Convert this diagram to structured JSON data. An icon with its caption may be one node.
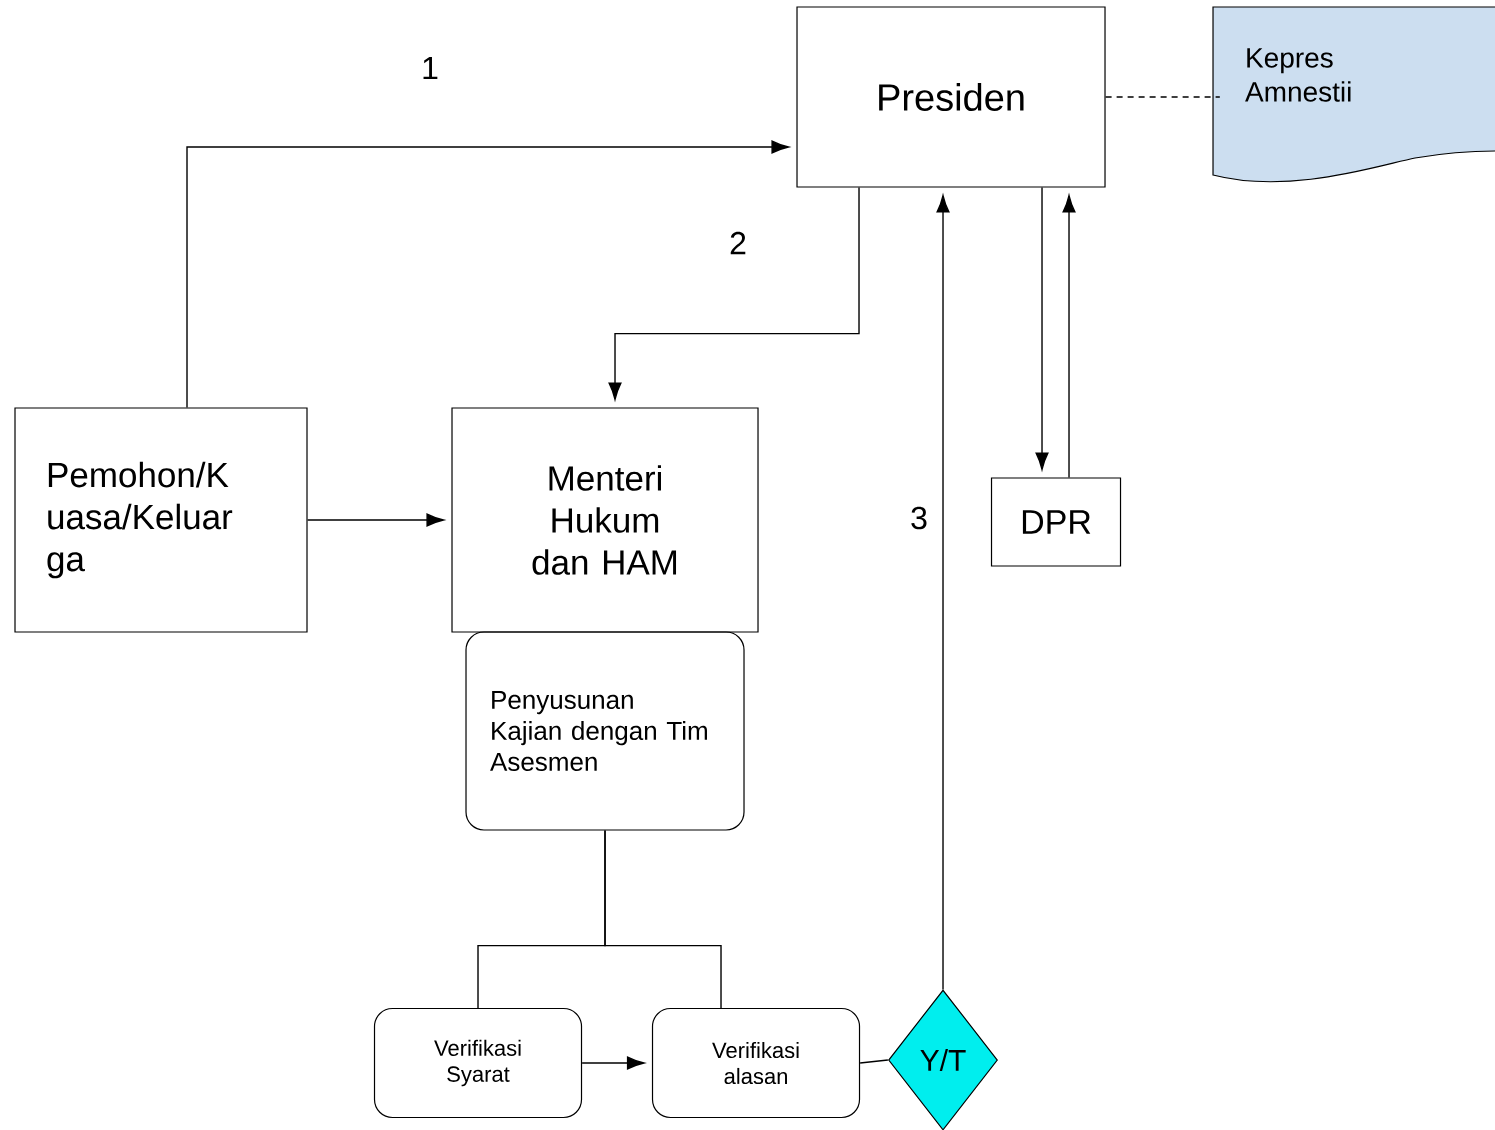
{
  "diagram": {
    "nodes": [
      {
        "text": [
          "Presiden"
        ]
      },
      {
        "text": [
          "Kepres Amnestii"
        ]
      },
      {
        "text": [
          "Pemohon/K uasa/Keluar ga"
        ]
      },
      {
        "text": [
          "Menteri Hukum dan HAM"
        ]
      },
      {
        "text": [
          "Penyusunan Kajian dengan Tim Asesmen"
        ]
      },
      {
        "text": [
          "DPR"
        ]
      },
      {
        "text": [
          "Verifikasi Syarat"
        ]
      },
      {
        "text": [
          "Verifikasi alasan"
        ]
      },
      {
        "text": [
          "Y/T"
        ]
      }
    ],
    "edges": [
      {
        "from": 2,
        "to": 0,
        "arrow": "to",
        "label": "1"
      },
      {
        "from": 0,
        "to": 3,
        "arrow": "to",
        "label": "2"
      },
      {
        "from": 2,
        "to": 3,
        "arrow": "to"
      },
      {
        "from": 0,
        "to": 1,
        "arrow": "none",
        "style": "dashed"
      },
      {
        "from": 0,
        "to": 5,
        "arrow": "to"
      },
      {
        "from": 5,
        "to": 0,
        "arrow": "to"
      },
      {
        "from": 8,
        "to": 0,
        "arrow": "to",
        "label": "3"
      },
      {
        "from": 4,
        "to": 6,
        "arrow": "none"
      },
      {
        "from": 4,
        "to": 7,
        "arrow": "none"
      },
      {
        "from": 6,
        "to": 7,
        "arrow": "to"
      },
      {
        "from": 7,
        "to": 8,
        "arrow": "none"
      }
    ]
  }
}
